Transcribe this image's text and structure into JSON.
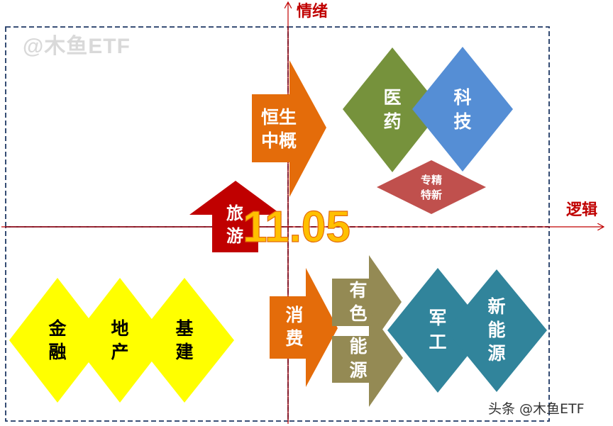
{
  "axes": {
    "y_label": "情绪",
    "x_label": "逻辑"
  },
  "watermark": {
    "top": "@木鱼ETF",
    "bottom": "头条 @木鱼ETF"
  },
  "date_label": "11.05",
  "sectors": {
    "hengsheng": [
      "恒生",
      "中概"
    ],
    "yiyao": [
      "医",
      "药"
    ],
    "keji": [
      "科",
      "技"
    ],
    "zhuanjing": [
      "专精",
      "特新"
    ],
    "lvyou": [
      "旅",
      "游"
    ],
    "jinrong": [
      "金",
      "融"
    ],
    "dichan": [
      "地",
      "产"
    ],
    "jijian": [
      "基",
      "建"
    ],
    "xiaofei": [
      "消",
      "费"
    ],
    "youse": [
      "有",
      "色"
    ],
    "nengyuan": [
      "能",
      "源"
    ],
    "jungong": [
      "军",
      "工"
    ],
    "xinnengyuan": [
      "新",
      "能",
      "源"
    ]
  },
  "colors": {
    "axis": "#c00000",
    "quadrant_border": "#1f3864",
    "orange": "#e46c0a",
    "olive": "#76923c",
    "blue": "#558ed5",
    "red_diamond": "#c0504d",
    "dark_red": "#c00000",
    "yellow": "#ffff00",
    "khaki": "#948a54",
    "teal": "#31849b",
    "date_text": "#ffc000"
  }
}
